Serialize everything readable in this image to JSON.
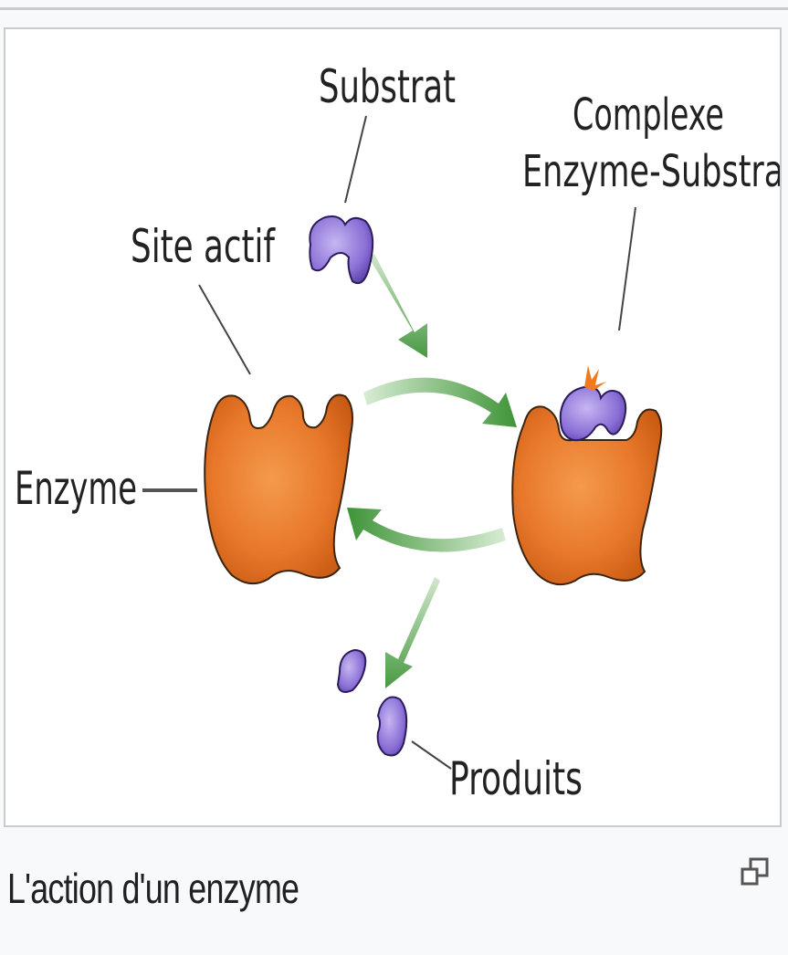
{
  "figure": {
    "labels": {
      "substrat": "Substrat",
      "complexe_line1": "Complexe",
      "complexe_line2": "Enzyme-Substrat",
      "site_actif": "Site actif",
      "enzyme": "Enzyme",
      "produits": "Produits"
    },
    "caption": "L'action d'un enzyme",
    "icons": {
      "enlarge": "magnify-icon"
    },
    "colors": {
      "enzyme": "#e8782a",
      "substrate": "#8a6fd6",
      "arrow": "#4fa046",
      "border": "#c8ccd1"
    }
  }
}
